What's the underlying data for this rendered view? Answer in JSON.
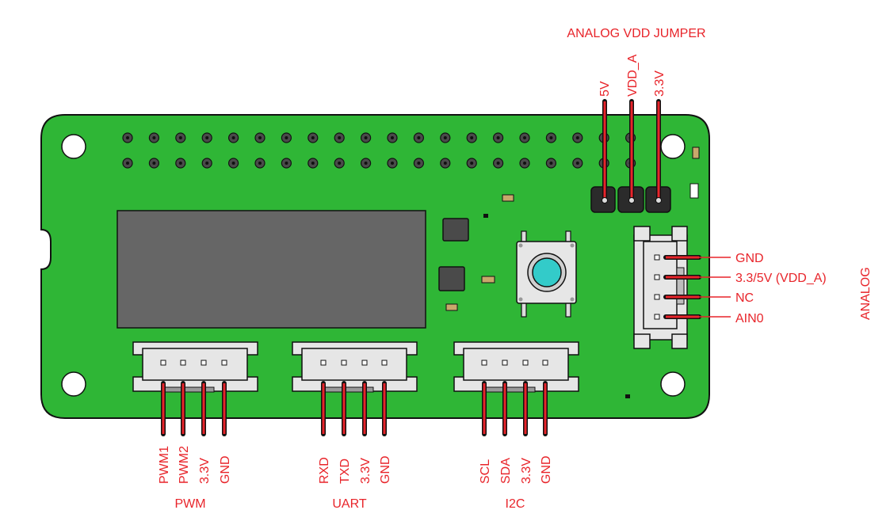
{
  "colors": {
    "board": "#2fb636",
    "board_outline": "#111111",
    "label_red": "#e8242a",
    "lead_red": "#e8242a",
    "display": "#666666",
    "connector_fill": "#e6e6e6",
    "button_cap": "#33cbc9"
  },
  "jumper": {
    "title": "ANALOG VDD JUMPER",
    "pins": [
      "5V",
      "VDD_A",
      "3.3V"
    ]
  },
  "analog": {
    "title": "ANALOG",
    "pins": [
      "GND",
      "3.3/5V (VDD_A)",
      "NC",
      "AIN0"
    ]
  },
  "pwm": {
    "title": "PWM",
    "pins": [
      "PWM1",
      "PWM2",
      "3.3V",
      "GND"
    ]
  },
  "uart": {
    "title": "UART",
    "pins": [
      "RXD",
      "TXD",
      "3.3V",
      "GND"
    ]
  },
  "i2c": {
    "title": "I2C",
    "pins": [
      "SCL",
      "SDA",
      "3.3V",
      "GND"
    ]
  },
  "icons": [
    "mounting-hole-icon",
    "push-button-icon",
    "header-pin-icon"
  ]
}
